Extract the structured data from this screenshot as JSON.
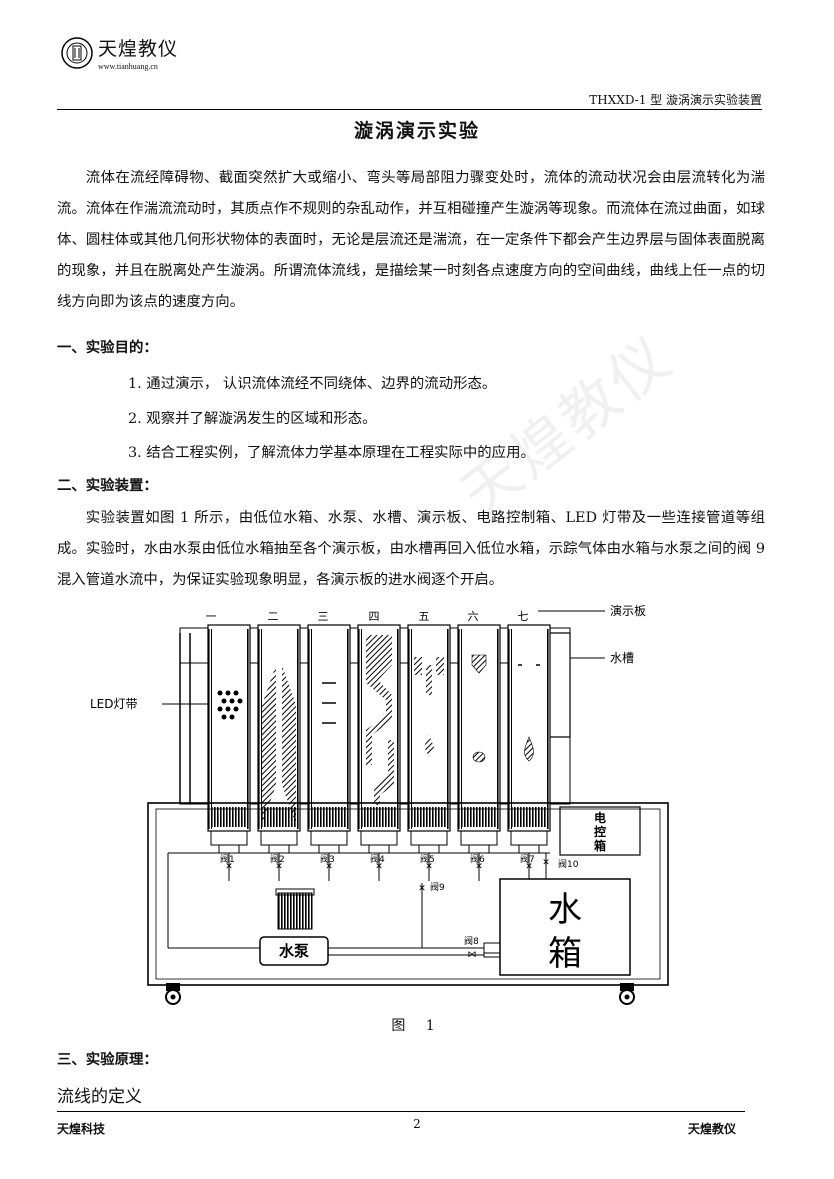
{
  "header": {
    "logo_text": "天煌教仪",
    "logo_url": "www.tianhuang.cn",
    "doc_label": "THXXD-1 型  漩涡演示实验装置"
  },
  "title": "漩涡演示实验",
  "intro": "流体在流经障碍物、截面突然扩大或缩小、弯头等局部阻力骤变处时，流体的流动状况会由层流转化为湍流。流体在作湍流流动时，其质点作不规则的杂乱动作，并互相碰撞产生漩涡等现象。而流体在流过曲面，如球体、圆柱体或其他几何形状物体的表面时，无论是层流还是湍流，在一定条件下都会产生边界层与固体表面脱离的现象，并且在脱离处产生漩涡。所谓流体流线，是描绘某一时刻各点速度方向的空间曲线，曲线上任一点的切线方向即为该点的速度方向。",
  "section1": {
    "heading": "一、实验目的：",
    "items": [
      "1.  通过演示， 认识流体流经不同绕体、边界的流动形态。",
      "2.  观察并了解漩涡发生的区域和形态。",
      "3.  结合工程实例，了解流体力学基本原理在工程实际中的应用。"
    ]
  },
  "section2": {
    "heading": "二、实验装置：",
    "text": "实验装置如图 1 所示，由低位水箱、水泵、水槽、演示板、电路控制箱、LED 灯带及一些连接管道等组成。实验时，水由水泵由低位水箱抽至各个演示板，由水槽再回入低位水箱，示踪气体由水箱与水泵之间的阀 9 混入管道水流中，为保证实验现象明显，各演示板的进水阀逐个开启。"
  },
  "figure": {
    "column_labels": [
      "一",
      "二",
      "三",
      "四",
      "五",
      "六",
      "七"
    ],
    "valve_labels": [
      "阀1",
      "阀2",
      "阀3",
      "阀4",
      "阀5",
      "阀6",
      "阀7"
    ],
    "label_board": "演示板",
    "label_trough": "水槽",
    "label_led": "LED灯带",
    "label_control_1": "电",
    "label_control_2": "控",
    "label_control_3": "箱",
    "label_valve10": "阀10",
    "label_valve9": "阀9",
    "label_valve8": "阀8",
    "label_pump": "水泵",
    "label_tank_1": "水",
    "label_tank_2": "箱",
    "caption": "图 1"
  },
  "section3": {
    "heading": "三、实验原理：",
    "sub": "流线的定义"
  },
  "footer": {
    "left": "天煌科技",
    "page": "2",
    "right": "天煌教仪"
  },
  "watermark": "天煌教仪"
}
